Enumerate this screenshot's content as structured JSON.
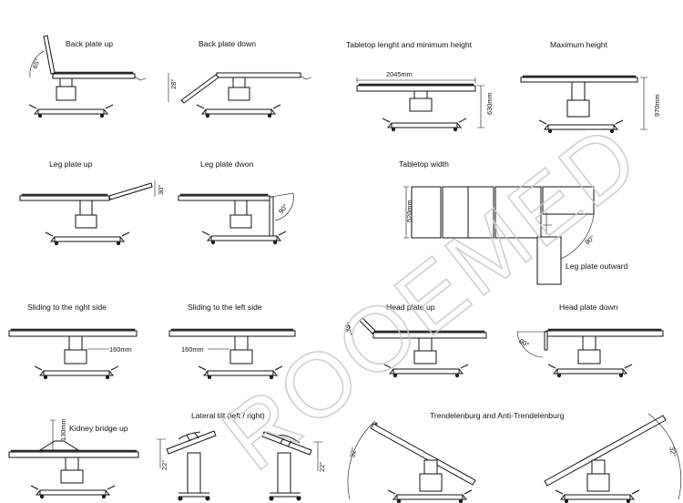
{
  "watermark": "ROOEMED",
  "panels": {
    "back_up": {
      "title": "Back plate up",
      "angle": "65°"
    },
    "back_down": {
      "title": "Back plate down",
      "angle": "28°"
    },
    "tabletop": {
      "title": "Tabletop lenght and minimum height",
      "length": "2045mm",
      "min_height": "630mm"
    },
    "max_height": {
      "title": "Maximum height",
      "height": "970mm"
    },
    "leg_up": {
      "title": "Leg plate up",
      "angle": "30°"
    },
    "leg_down": {
      "title": "Leg plate dwon",
      "angle": "90°"
    },
    "width": {
      "title": "Tabletop width",
      "width": "520mm",
      "angle": "90°",
      "caption": "Leg plate outward"
    },
    "slide_right": {
      "title": "Sliding to the right side",
      "distance": "160mm"
    },
    "slide_left": {
      "title": "Sliding to the left side",
      "distance": "160mm"
    },
    "head_up": {
      "title": "Head plate up",
      "angle": "45°"
    },
    "head_down": {
      "title": "Head plate down",
      "angle": "90°"
    },
    "kidney": {
      "title": "Kidney bridge up",
      "height": "130mm"
    },
    "lateral": {
      "title": "Lateral tilt (left / right)",
      "angle_left": "22°",
      "angle_right": "22°"
    },
    "trend": {
      "title": "Trendelenburg and Anti-Trendelenburg",
      "angle_left": "32°",
      "angle_right": "32°"
    }
  }
}
